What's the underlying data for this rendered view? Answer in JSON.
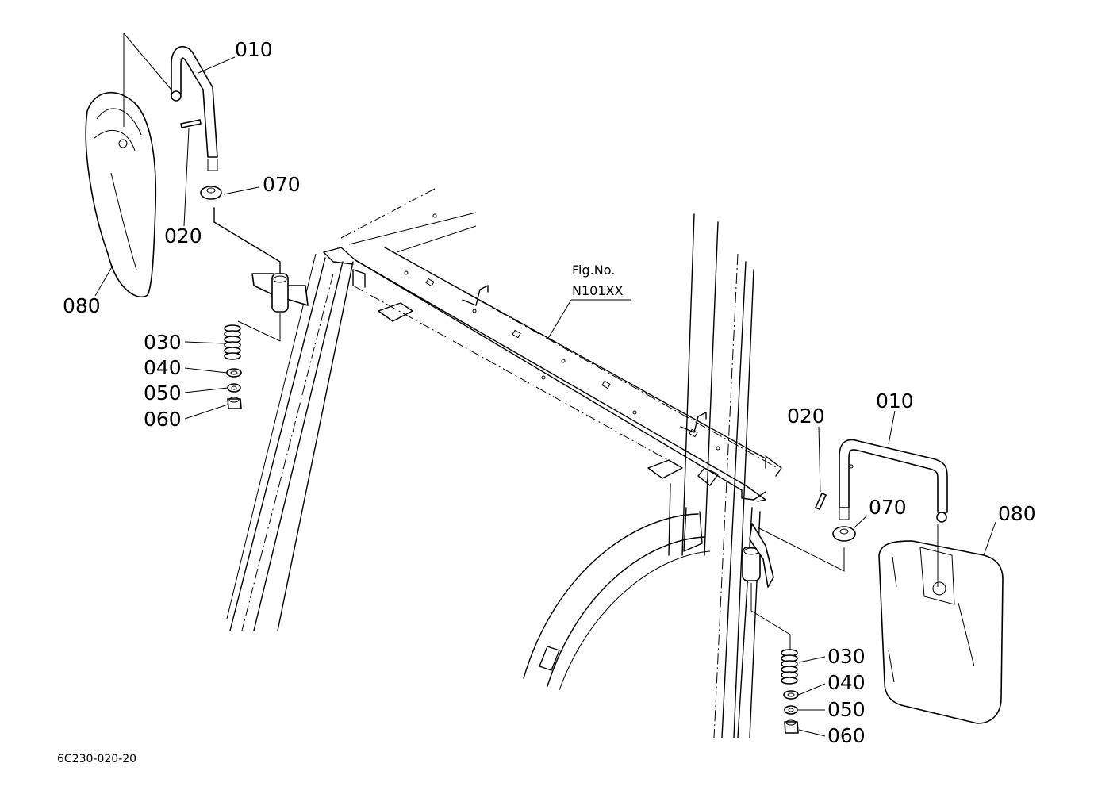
{
  "figure_ref": {
    "line1": "Fig.No.",
    "line2": "N101XX"
  },
  "drawing_code": "6C230-020-20",
  "left_assembly": {
    "p010": "010",
    "p020": "020",
    "p030": "030",
    "p040": "040",
    "p050": "050",
    "p060": "060",
    "p070": "070",
    "p080": "080"
  },
  "right_assembly": {
    "p010": "010",
    "p020": "020",
    "p030": "030",
    "p040": "040",
    "p050": "050",
    "p060": "060",
    "p070": "070",
    "p080": "080"
  }
}
